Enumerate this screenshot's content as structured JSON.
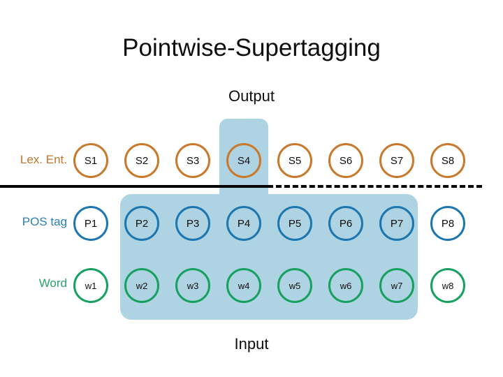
{
  "slide": {
    "title": "Pointwise-Supertagging",
    "output_label": "Output",
    "input_label": "Input"
  },
  "colors": {
    "lex_ent": "#c8792c",
    "pos_tag": "#1c76b0",
    "word": "#17a05f",
    "highlight": "#aed3e2",
    "divider": "#000000",
    "text": "#0d0d0d",
    "background": "#ffffff"
  },
  "rows": [
    {
      "id": "lex-ent",
      "label": "Lex. Ent.",
      "nodes": [
        "S1",
        "S2",
        "S3",
        "S4",
        "S5",
        "S6",
        "S7",
        "S8"
      ]
    },
    {
      "id": "pos-tag",
      "label": "POS tag",
      "nodes": [
        "P1",
        "P2",
        "P3",
        "P4",
        "P5",
        "P6",
        "P7",
        "P8"
      ]
    },
    {
      "id": "word",
      "label": "Word",
      "nodes": [
        "w1",
        "w2",
        "w3",
        "w4",
        "w5",
        "w6",
        "w7",
        "w8"
      ]
    }
  ],
  "highlight": {
    "output_column": "S4",
    "input_span": [
      "w2",
      "w7"
    ]
  }
}
